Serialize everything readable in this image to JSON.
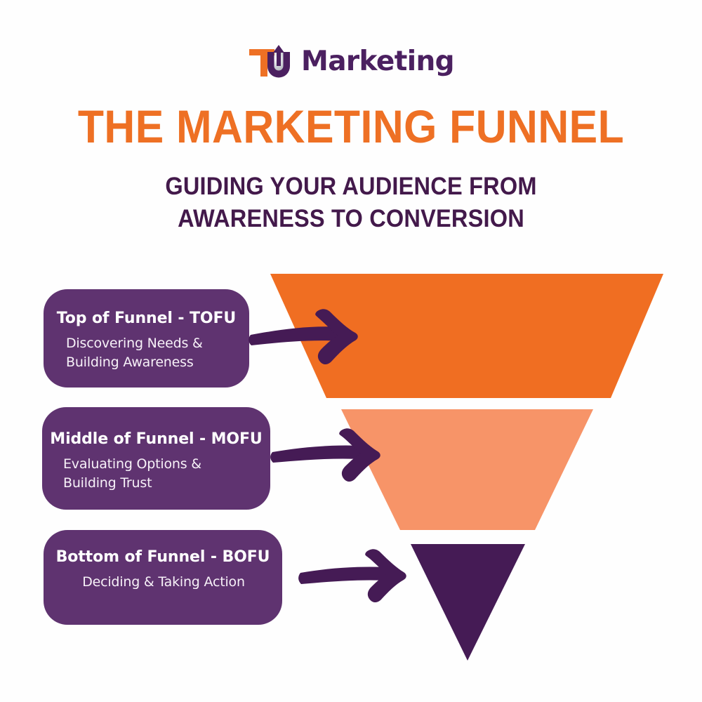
{
  "logo": {
    "mark_letters": "TU",
    "mark_icon": "upward-arrow-icon",
    "wordmark": "Marketing",
    "colors": {
      "orange": "#ee7024",
      "purple": "#4b2060",
      "sphere": "#b9bdc4"
    }
  },
  "header": {
    "title": "THE MARKETING FUNNEL",
    "subtitle_line_1": "GUIDING YOUR AUDIENCE FROM",
    "subtitle_line_2": "AWARENESS TO CONVERSION",
    "title_color": "#ee7024",
    "subtitle_color": "#43194b"
  },
  "diagram": {
    "type": "funnel",
    "orientation": "inverted-trapezoid-stack",
    "background": "#fefefe",
    "stages": [
      {
        "id": "tofu",
        "heading": "Top of Funnel - TOFU",
        "description_line_1": "Discovering Needs &",
        "description_line_2": "Building Awareness",
        "shape": "trapezoid",
        "fill": "#f06e22",
        "card_fill": "#5f3370",
        "arrow": "right-arrow-icon"
      },
      {
        "id": "mofu",
        "heading": "Middle of Funnel - MOFU",
        "description_line_1": "Evaluating Options &",
        "description_line_2": "Building Trust",
        "shape": "trapezoid",
        "fill": "#f79468",
        "card_fill": "#5f3370",
        "arrow": "right-arrow-icon"
      },
      {
        "id": "bofu",
        "heading": "Bottom of Funnel - BOFU",
        "description_line_1": "Deciding & Taking Action",
        "description_line_2": "",
        "shape": "triangle",
        "fill": "#451b55",
        "card_fill": "#5f3370",
        "arrow": "right-arrow-icon"
      }
    ]
  }
}
